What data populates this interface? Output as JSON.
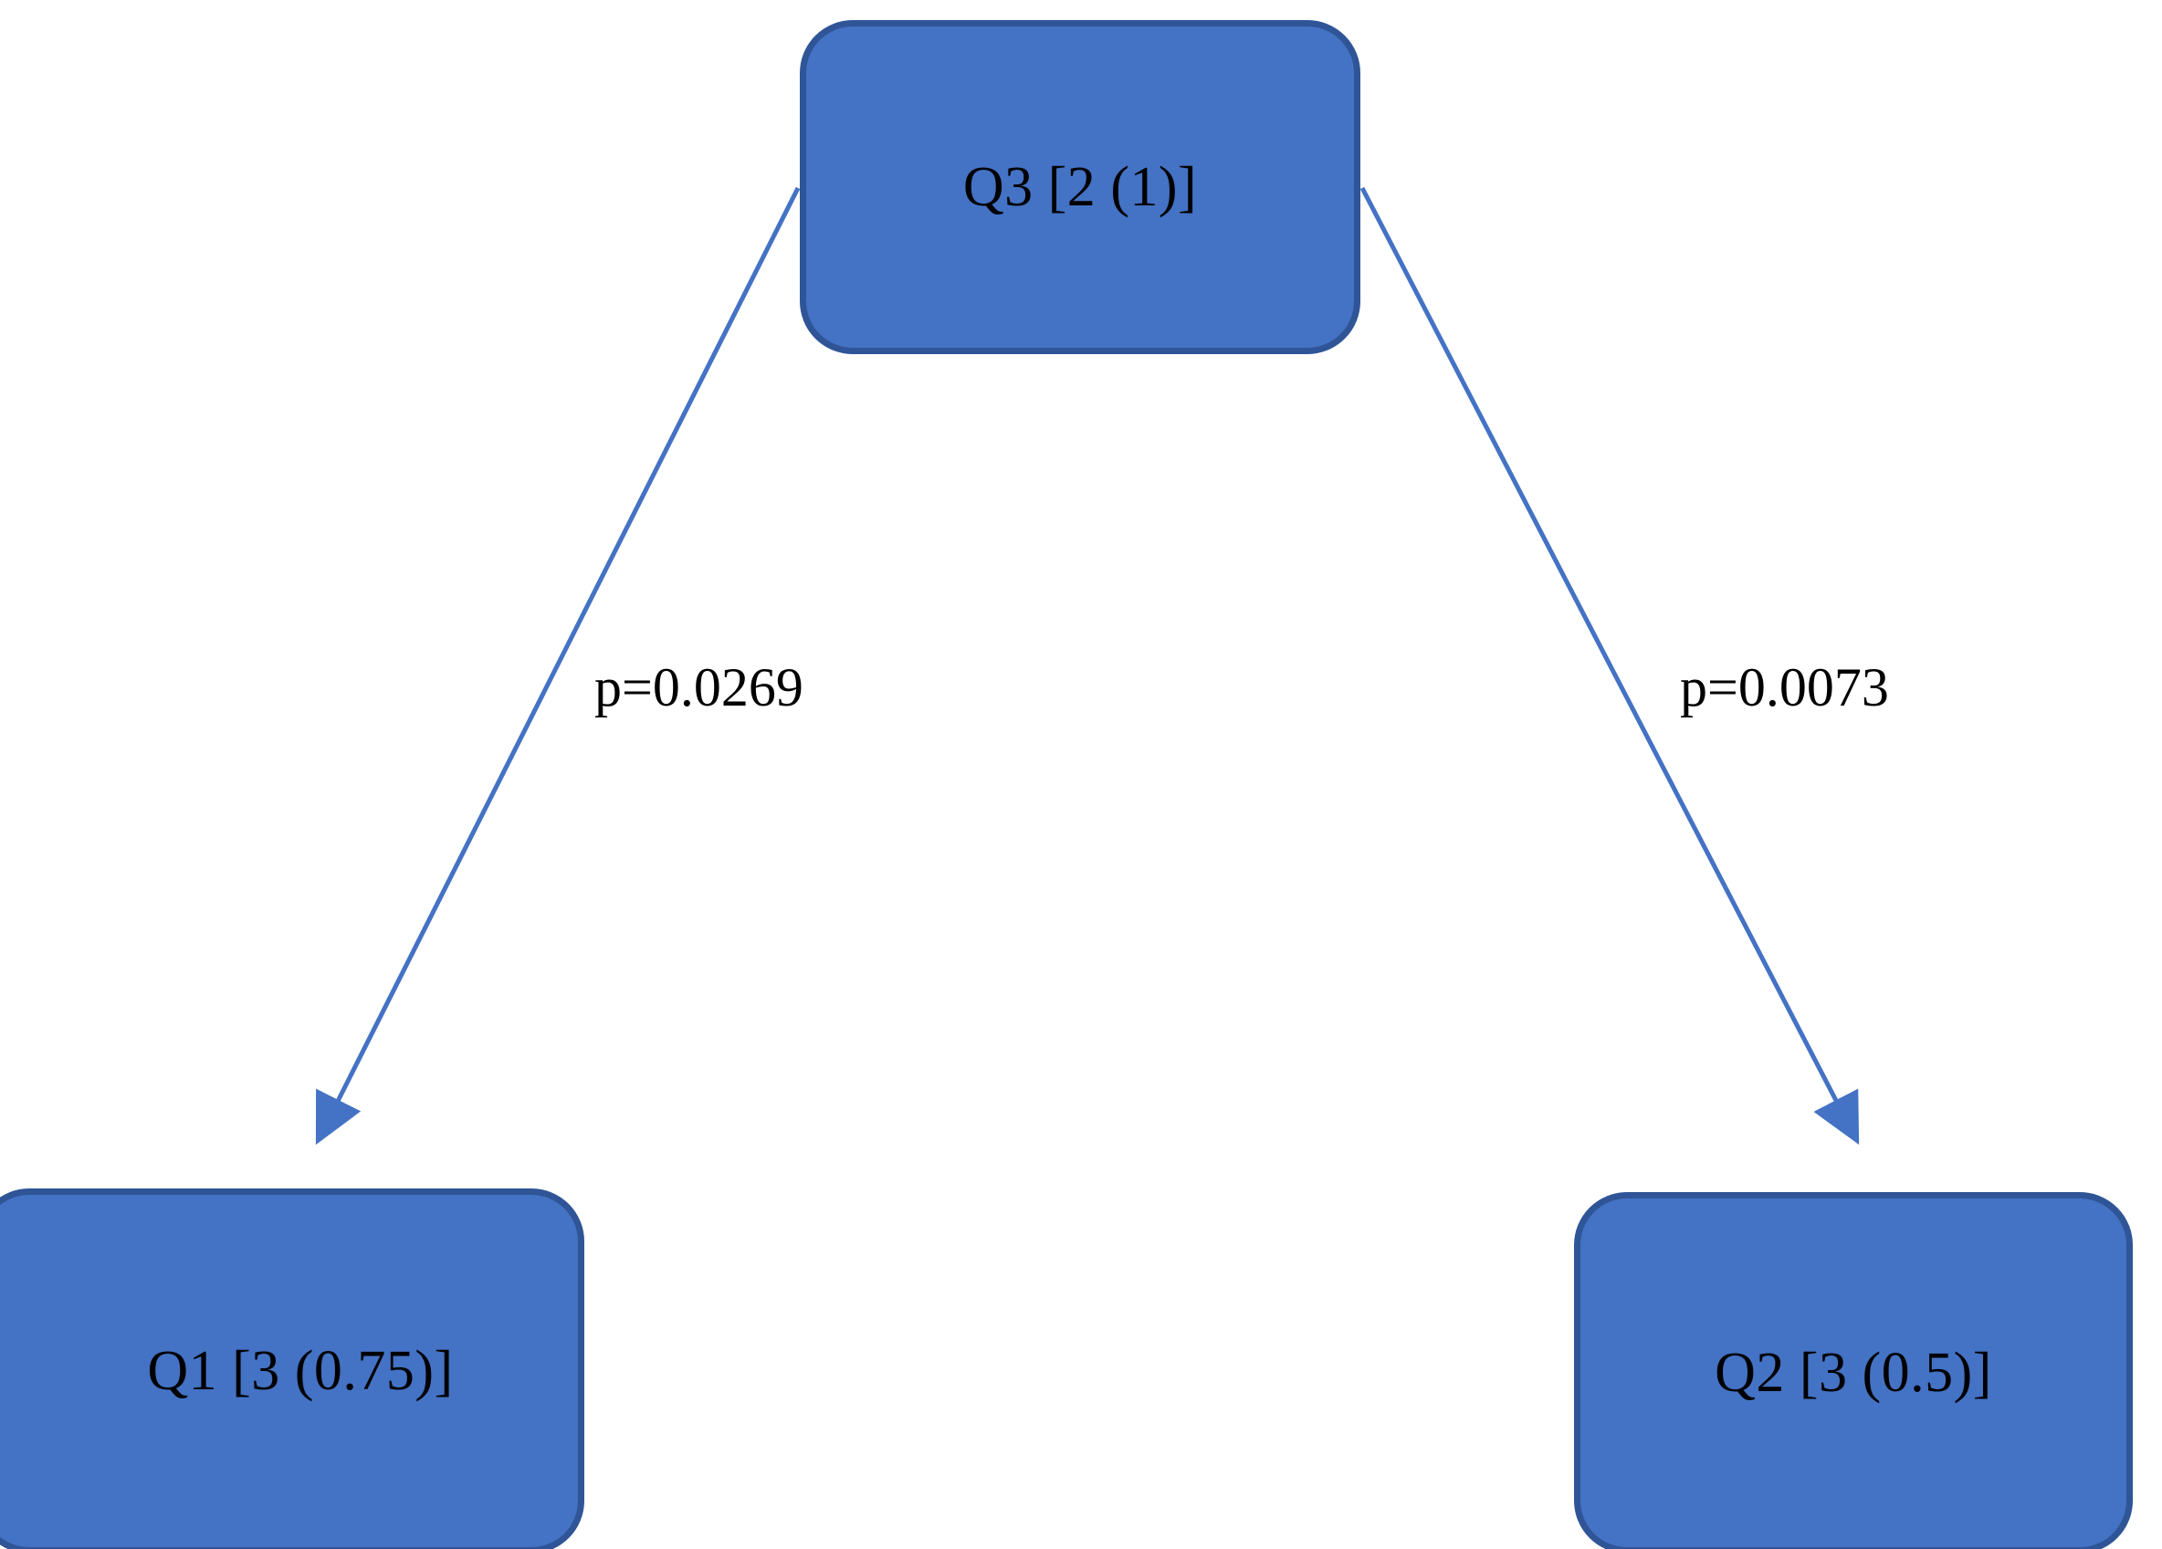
{
  "diagram": {
    "type": "directed-graph",
    "title": "",
    "background_color": "#FFFFFF",
    "node_fill_color": "#4472C4",
    "node_border_color": "#2F5597",
    "edge_color": "#4472C4",
    "text_color": "#000000"
  },
  "nodes": [
    {
      "id": "Q3",
      "label": "Q3 [2 (1)]",
      "position": "top-center"
    },
    {
      "id": "Q1",
      "label": "Q1 [3 (0.75)]",
      "position": "bottom-left"
    },
    {
      "id": "Q2",
      "label": "Q2 [3 (0.5)]",
      "position": "bottom-right"
    }
  ],
  "edges": [
    {
      "from": "Q3",
      "to": "Q1",
      "label": "p=0.0269",
      "p_value": 0.0269,
      "arrow": "to"
    },
    {
      "from": "Q3",
      "to": "Q2",
      "label": "p=0.0073",
      "p_value": 0.0073,
      "arrow": "to"
    }
  ]
}
